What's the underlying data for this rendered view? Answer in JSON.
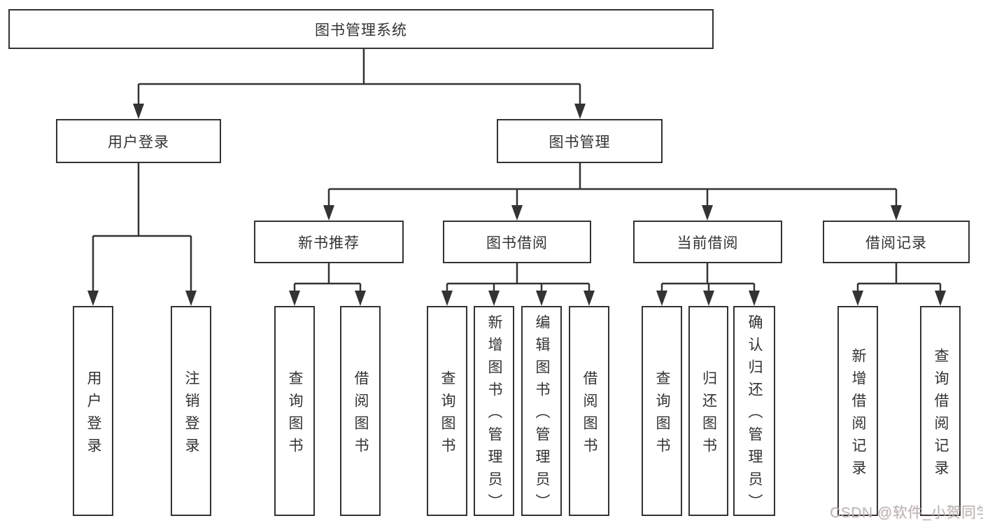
{
  "tree": {
    "root": "图书管理系统",
    "user_login": {
      "label": "用户登录",
      "children": [
        "用户登录",
        "注销登录"
      ]
    },
    "book_mgmt": {
      "label": "图书管理",
      "groups": [
        {
          "label": "新书推荐",
          "children": [
            "查询图书",
            "借阅图书"
          ]
        },
        {
          "label": "图书借阅",
          "children": [
            "查询图书",
            "新增图书（管理员）",
            "编辑图书（管理员）",
            "借阅图书"
          ]
        },
        {
          "label": "当前借阅",
          "children": [
            "查询图书",
            "归还图书",
            "确认归还（管理员）"
          ]
        },
        {
          "label": "借阅记录",
          "children": [
            "新增借阅记录",
            "查询借阅记录"
          ]
        }
      ]
    }
  },
  "watermark": "CSDN @软件_小贺同学",
  "colors": {
    "line": "#333333",
    "box_border": "#333333",
    "box_fill": "#ffffff",
    "text": "#333333",
    "watermark": "#b3b3b3"
  }
}
